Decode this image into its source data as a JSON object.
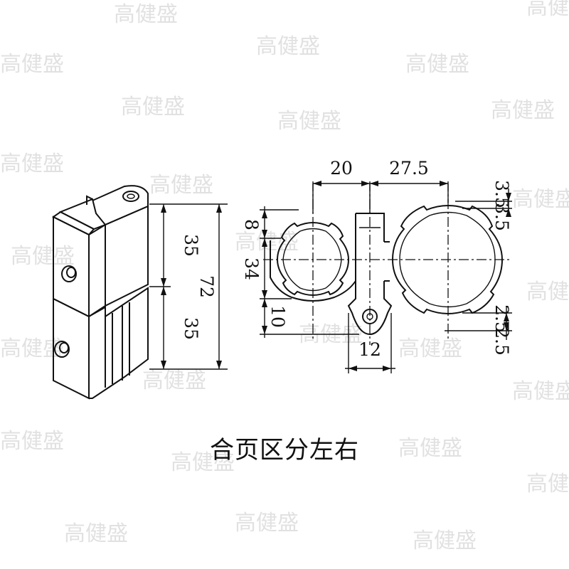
{
  "caption": "合页区分左右",
  "watermark": "高健盛",
  "dimensions": {
    "left_upper": "35",
    "left_lower": "35",
    "total_height": "72",
    "tube_top_offset": "8",
    "tube_height": "34",
    "tube_bottom_offset": "10",
    "spacing_left": "20",
    "spacing_right": "27.5",
    "lobe_top": "3.5",
    "lobe_top_inner": "3.5",
    "lobe_bottom": "2.5",
    "lobe_bottom_inner": "2.5",
    "pin_width": "12"
  }
}
